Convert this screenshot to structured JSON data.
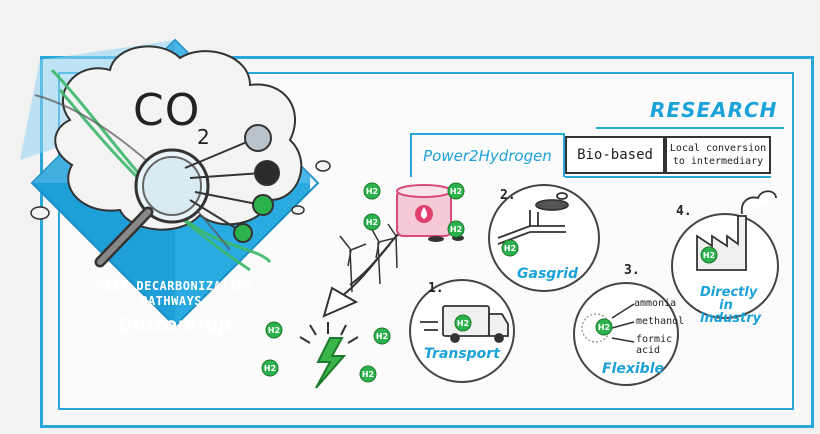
{
  "badge": {
    "co2_main": "CO",
    "co2_sub": "2",
    "title": "DEEP DECARBONIZATION PATHWAYS:",
    "subtitle": "Bottom-up"
  },
  "research": {
    "title": "RESEARCH",
    "tabs": [
      {
        "label": "Power2Hydrogen",
        "active": true
      },
      {
        "label": "Bio-based",
        "active": false
      },
      {
        "label_line1": "Local conversion",
        "label_line2": "to intermediary",
        "active": false
      }
    ]
  },
  "h2_label": "H2",
  "routes": [
    {
      "number": "1.",
      "label": "Transport"
    },
    {
      "number": "2.",
      "label": "Gasgrid"
    },
    {
      "number": "3.",
      "label": "Flexible",
      "products": [
        "ammonia",
        "methanol",
        "formic acid"
      ]
    },
    {
      "number": "4.",
      "label_line1": "Directly",
      "label_line2": "in",
      "label_line3": "industry"
    }
  ],
  "colors": {
    "accent": "#1ba2d8",
    "badge_blue": "#29abe2",
    "badge_light": "#8fd3f2",
    "h2_green": "#2bb24c",
    "flame_green": "#39b54a"
  }
}
